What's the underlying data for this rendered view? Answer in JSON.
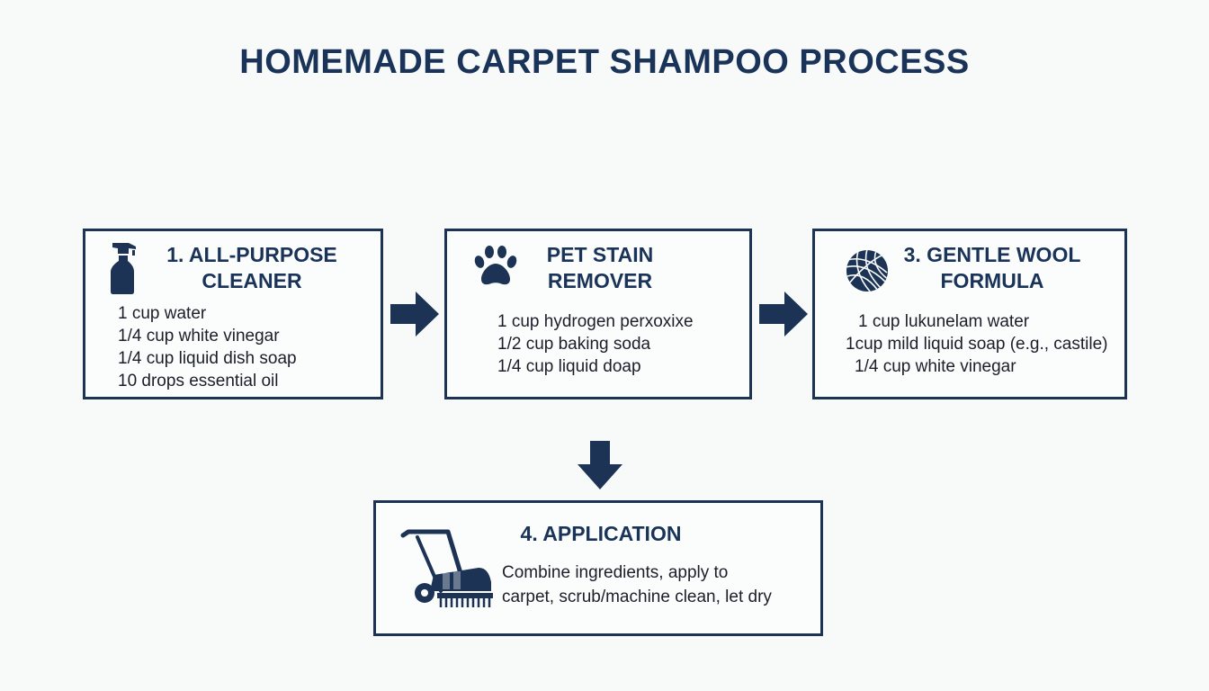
{
  "title": "HOMEMADE CARPET SHAMPOO PROCESS",
  "colors": {
    "primary": "#1c3355",
    "text": "#1a1f2a",
    "background": "#f8f9f9"
  },
  "steps": [
    {
      "icon": "spray-bottle-icon",
      "title_lines": [
        "1. ALL-PURPOSE",
        "CLEANER"
      ],
      "items": [
        "1 cup water",
        "1/4 cup white vinegar",
        "1/4 cup liquid dish soap",
        "10 drops essential oil"
      ]
    },
    {
      "icon": "paw-print-icon",
      "title_lines": [
        "PET STAIN",
        "REMOVER"
      ],
      "items": [
        "1 cup hydrogen perxoxixe",
        "1/2 cup baking soda",
        "1/4 cup liquid doap"
      ]
    },
    {
      "icon": "yarn-ball-icon",
      "title_lines": [
        "3. GENTLE WOOL",
        "FORMULA"
      ],
      "items": [
        "1 cup lukunelam water",
        "1cup mild liquid soap (e.g., castile)",
        "1/4 cup white vinegar"
      ]
    },
    {
      "icon": "carpet-cleaner-machine-icon",
      "title": "4. APPLICATION",
      "text_lines": [
        "Combine ingredients, apply to",
        "carpet, scrub/machine clean, let dry"
      ]
    }
  ]
}
